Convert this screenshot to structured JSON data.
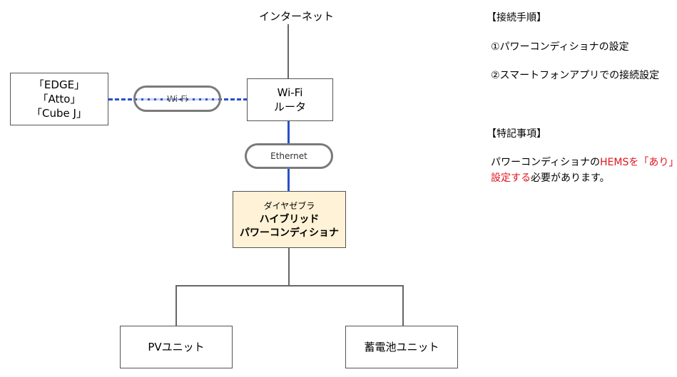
{
  "diagram": {
    "internet_label": "インターネット",
    "devices": [
      "「EDGE」",
      "「Atto」",
      "「Cube J」"
    ],
    "router": [
      "Wi-Fi",
      "ルータ"
    ],
    "wifi_label": "Wi-Fi",
    "ethernet_label": "Ethernet",
    "pcs": {
      "line1": "ダイヤゼブラ",
      "line2": "ハイブリッド",
      "line3": "パワーコンディショナ"
    },
    "pv_unit": "PVユニット",
    "battery_unit": "蓄電池ユニット"
  },
  "notes": {
    "steps_title": "【接続手順】",
    "step1": "①パワーコンディショナの設定",
    "step2": "②スマートフォンアプリでの接続設定",
    "special_title": "【特記事項】",
    "special_part1": "パワーコンディショナの",
    "special_part2_red": "HEMSを「あり」に",
    "special_part3_red": "設定する",
    "special_part4": "必要があります。"
  },
  "colors": {
    "link_blue": "#2a4fc9",
    "pcs_fill": "#fff2d6",
    "highlight_red": "#e0141e"
  }
}
